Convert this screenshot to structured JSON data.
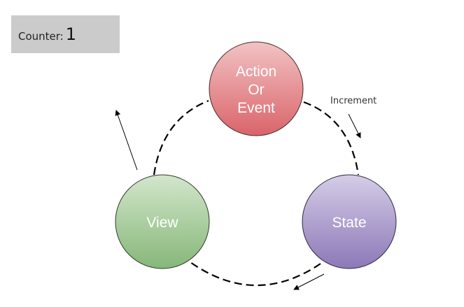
{
  "counter": {
    "label": "Counter:",
    "value": "1"
  },
  "diagram": {
    "nodes": [
      {
        "id": "action",
        "lines": [
          "Action",
          "Or",
          "Event"
        ],
        "color_top": "#f2c3c3",
        "color_bottom": "#d9646a"
      },
      {
        "id": "state",
        "lines": [
          "State"
        ],
        "color_top": "#d5cde7",
        "color_bottom": "#8c78b8"
      },
      {
        "id": "view",
        "lines": [
          "View"
        ],
        "color_top": "#d3e6cc",
        "color_bottom": "#86b779"
      }
    ],
    "edges": [
      {
        "from": "action",
        "to": "state",
        "label": "Increment",
        "style": "dashed"
      },
      {
        "from": "state",
        "to": "view",
        "label": "",
        "style": "dashed"
      },
      {
        "from": "view",
        "to": "action",
        "label": "",
        "style": "dashed"
      }
    ],
    "stroke_color": "#000000"
  }
}
